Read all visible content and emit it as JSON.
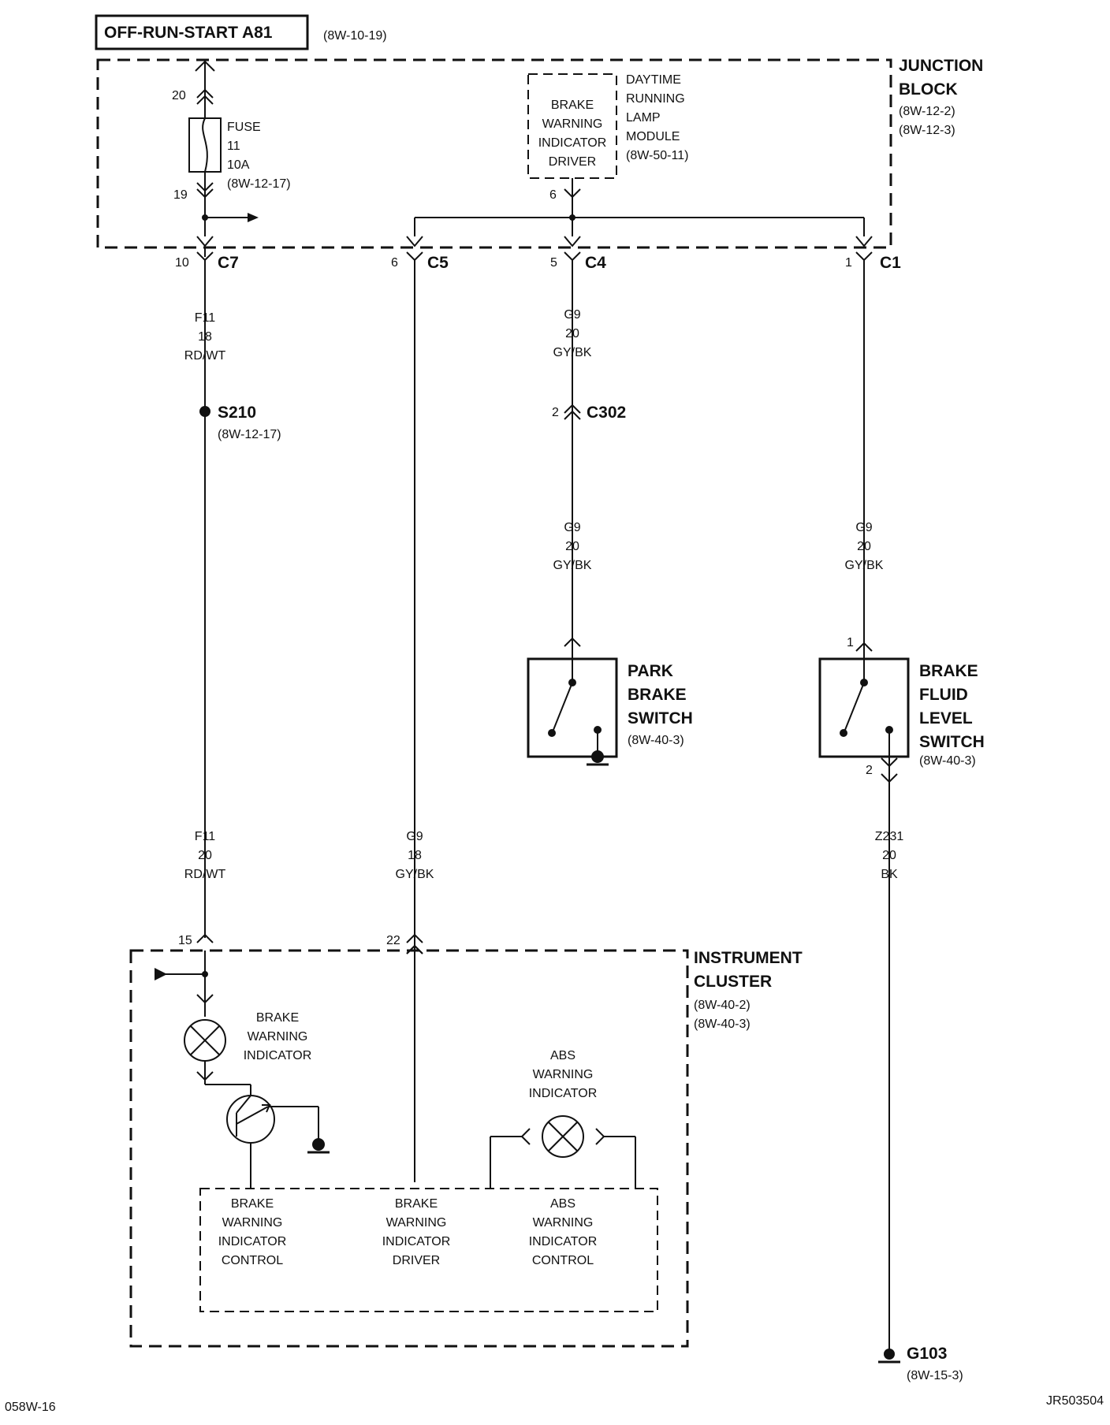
{
  "title": {
    "label": "OFF-RUN-START A81",
    "ref": "(8W-10-19)"
  },
  "junction_block": {
    "title1": "JUNCTION",
    "title2": "BLOCK",
    "ref1": "(8W-12-2)",
    "ref2": "(8W-12-3)"
  },
  "fuse": {
    "pin_in": "20",
    "pin_out": "19",
    "line1": "FUSE",
    "line2": "11",
    "line3": "10A",
    "ref": "(8W-12-17)"
  },
  "drl_module": {
    "inner": [
      "BRAKE",
      "WARNING",
      "INDICATOR",
      "DRIVER"
    ],
    "outer": [
      "DAYTIME",
      "RUNNING",
      "LAMP",
      "MODULE",
      "(8W-50-11)"
    ],
    "pin": "6"
  },
  "connectors": {
    "c7": {
      "pin": "10",
      "name": "C7"
    },
    "c5": {
      "pin": "6",
      "name": "C5"
    },
    "c4": {
      "pin": "5",
      "name": "C4"
    },
    "c1": {
      "pin": "1",
      "name": "C1"
    },
    "c302": {
      "pin": "2",
      "name": "C302"
    }
  },
  "wires": {
    "f11_top": {
      "circuit": "F11",
      "gauge": "18",
      "color": "RD/WT"
    },
    "g9_c4_top": {
      "circuit": "G9",
      "gauge": "20",
      "color": "GY/BK"
    },
    "g9_c4_bottom": {
      "circuit": "G9",
      "gauge": "20",
      "color": "GY/BK"
    },
    "g9_c1": {
      "circuit": "G9",
      "gauge": "20",
      "color": "GY/BK"
    },
    "f11_bottom": {
      "circuit": "F11",
      "gauge": "20",
      "color": "RD/WT"
    },
    "g9_c5": {
      "circuit": "G9",
      "gauge": "18",
      "color": "GY/BK"
    },
    "z231": {
      "circuit": "Z231",
      "gauge": "20",
      "color": "BK"
    }
  },
  "splice": {
    "name": "S210",
    "ref": "(8W-12-17)"
  },
  "park_brake_switch": {
    "l1": "PARK",
    "l2": "BRAKE",
    "l3": "SWITCH",
    "ref": "(8W-40-3)"
  },
  "brake_fluid_switch": {
    "l1": "BRAKE",
    "l2": "FLUID",
    "l3": "LEVEL",
    "l4": "SWITCH",
    "ref": "(8W-40-3)",
    "pin_in": "1",
    "pin_out": "2"
  },
  "instrument_cluster": {
    "title1": "INSTRUMENT",
    "title2": "CLUSTER",
    "ref1": "(8W-40-2)",
    "ref2": "(8W-40-3)",
    "pin_f11": "15",
    "pin_g9": "22",
    "brake_lamp": [
      "BRAKE",
      "WARNING",
      "INDICATOR"
    ],
    "abs_lamp": [
      "ABS",
      "WARNING",
      "INDICATOR"
    ],
    "module_1": [
      "BRAKE",
      "WARNING",
      "INDICATOR",
      "CONTROL"
    ],
    "module_2": [
      "BRAKE",
      "WARNING",
      "INDICATOR",
      "DRIVER"
    ],
    "module_3": [
      "ABS",
      "WARNING",
      "INDICATOR",
      "CONTROL"
    ]
  },
  "ground": {
    "name": "G103",
    "ref": "(8W-15-3)"
  },
  "footer": {
    "left": "058W-16",
    "right": "JR503504"
  }
}
